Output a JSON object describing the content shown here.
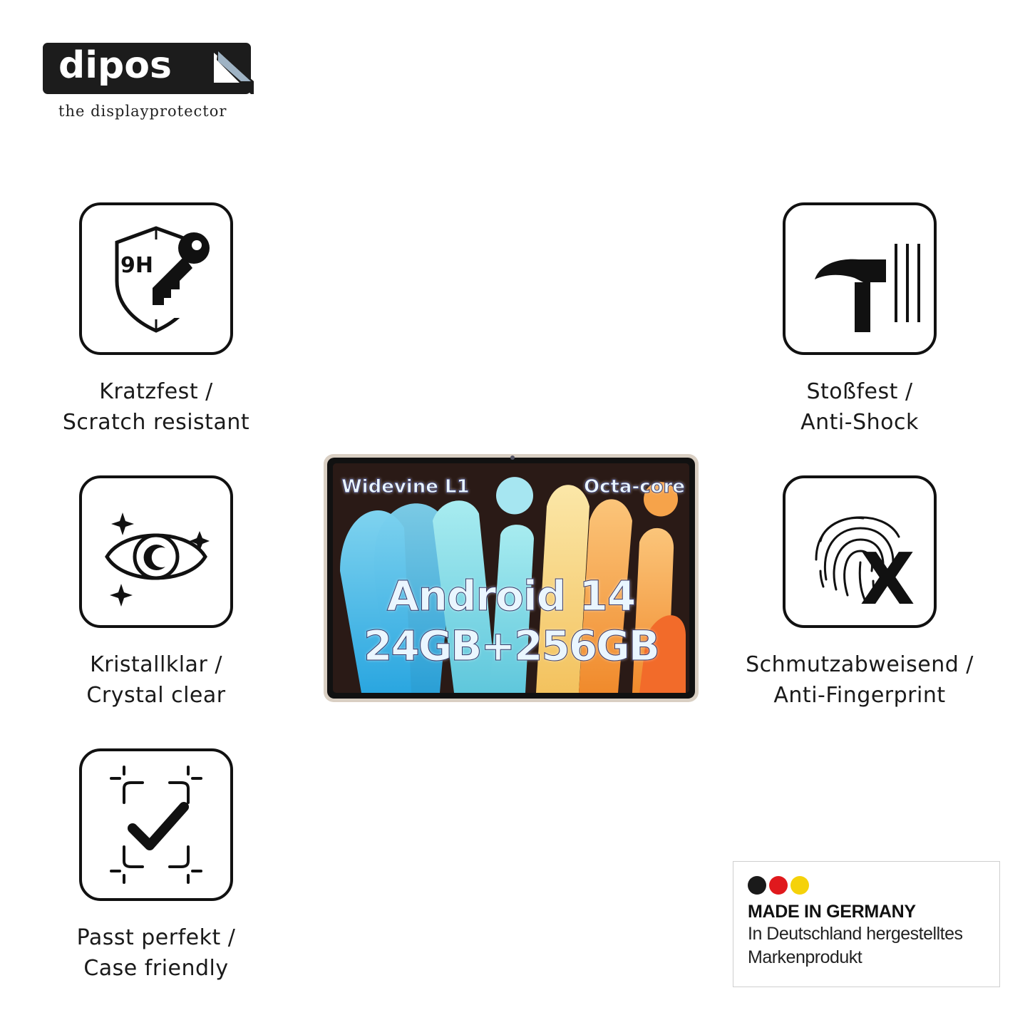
{
  "brand": {
    "name": "dipos",
    "tagline": "the displayprotector"
  },
  "features": {
    "scratch": {
      "icon": "shield-key-9h-icon",
      "badge_text": "9H",
      "line1": "Kratzfest /",
      "line2": "Scratch resistant"
    },
    "shock": {
      "icon": "hammer-icon",
      "line1": "Stoßfest /",
      "line2": "Anti-Shock"
    },
    "clear": {
      "icon": "eye-sparkle-icon",
      "line1": "Kristallklar /",
      "line2": "Crystal clear"
    },
    "fingerprint": {
      "icon": "fingerprint-x-icon",
      "mark": "X",
      "line1": "Schmutzabweisend /",
      "line2": "Anti-Fingerprint"
    },
    "fit": {
      "icon": "checkmark-frame-icon",
      "line1": "Passt perfekt /",
      "line2": "Case friendly"
    }
  },
  "tablet": {
    "top_left": "Widevine L1",
    "top_right": "Octa-core",
    "line1": "Android 14",
    "line2": "24GB+256GB"
  },
  "germany": {
    "flag_colors": [
      "#1a1a1a",
      "#e0191d",
      "#f5d20a"
    ],
    "title": "MADE IN GERMANY",
    "line1": "In Deutschland hergestelltes",
    "line2": "Markenprodukt"
  }
}
